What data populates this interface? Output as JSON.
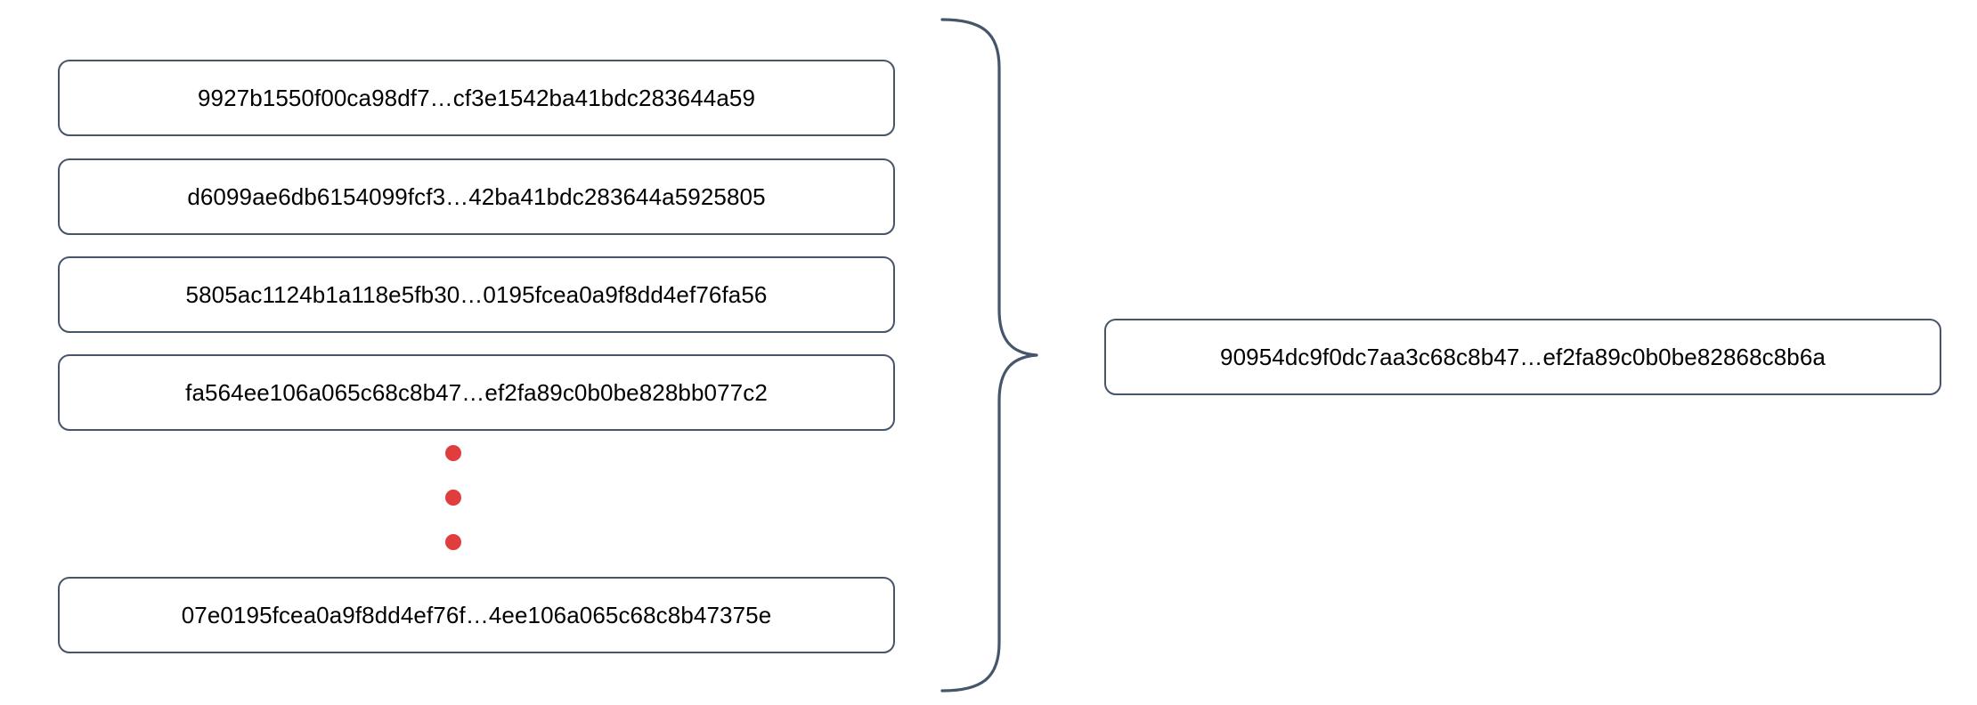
{
  "diagram": {
    "type": "hash-aggregation",
    "description": "Multiple input hashes grouped by a curly brace into a single output hash",
    "colors": {
      "box_border": "#47556b",
      "box_fill": "#ffffff",
      "text": "#000000",
      "ellipsis_dot": "#e03e3e",
      "brace_stroke": "#47556b"
    },
    "inputs": [
      {
        "hash": "9927b1550f00ca98df7…cf3e1542ba41bdc283644a59"
      },
      {
        "hash": "d6099ae6db6154099fcf3…42ba41bdc283644a5925805"
      },
      {
        "hash": "5805ac1124b1a118e5fb30…0195fcea0a9f8dd4ef76fa56"
      },
      {
        "hash": "fa564ee106a065c68c8b47…ef2fa89c0b0be828bb077c2"
      },
      {
        "hash": "07e0195fcea0a9f8dd4ef76f…4ee106a065c68c8b47375e"
      }
    ],
    "ellipsis": {
      "symbol": "vertical-dots",
      "count": 3
    },
    "output": {
      "hash": "90954dc9f0dc7aa3c68c8b47…ef2fa89c0b0be82868c8b6a"
    }
  }
}
